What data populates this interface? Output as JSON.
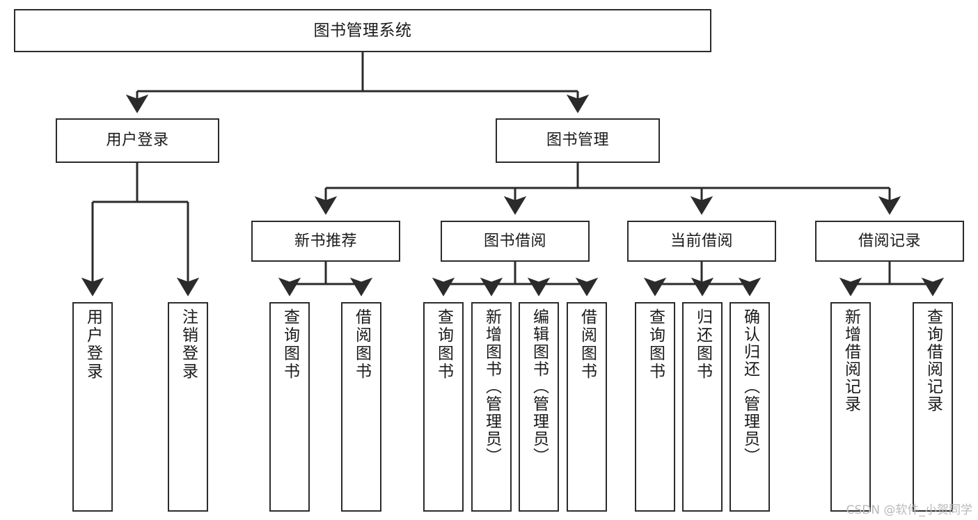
{
  "diagram": {
    "type": "tree-hierarchy",
    "title": "图书管理系统",
    "orientation": "top-down",
    "colors": {
      "box_border": "#2b2b2b",
      "box_fill": "#ffffff",
      "connector": "#2b2b2b",
      "text": "#1a1a1a",
      "watermark": "#b9b9b9",
      "canvas": "#ffffff"
    },
    "watermark": "CSDN @软件_小贺同学",
    "root": {
      "label": "图书管理系统"
    },
    "level2": [
      {
        "label": "用户登录"
      },
      {
        "label": "图书管理"
      }
    ],
    "level3": [
      {
        "label": "新书推荐"
      },
      {
        "label": "图书借阅"
      },
      {
        "label": "当前借阅"
      },
      {
        "label": "借阅记录"
      }
    ],
    "leaves": {
      "user_login": [
        {
          "label": "用户登录"
        },
        {
          "label": "注销登录"
        }
      ],
      "new_book_recommend": [
        {
          "label": "查询图书"
        },
        {
          "label": "借阅图书"
        }
      ],
      "book_borrow": [
        {
          "label": "查询图书"
        },
        {
          "label": "新增图书（管理员）"
        },
        {
          "label": "编辑图书（管理员）"
        },
        {
          "label": "借阅图书"
        }
      ],
      "current_borrow": [
        {
          "label": "查询图书"
        },
        {
          "label": "归还图书"
        },
        {
          "label": "确认归还（管理员）"
        }
      ],
      "borrow_record": [
        {
          "label": "新增借阅记录"
        },
        {
          "label": "查询借阅记录"
        }
      ]
    }
  }
}
